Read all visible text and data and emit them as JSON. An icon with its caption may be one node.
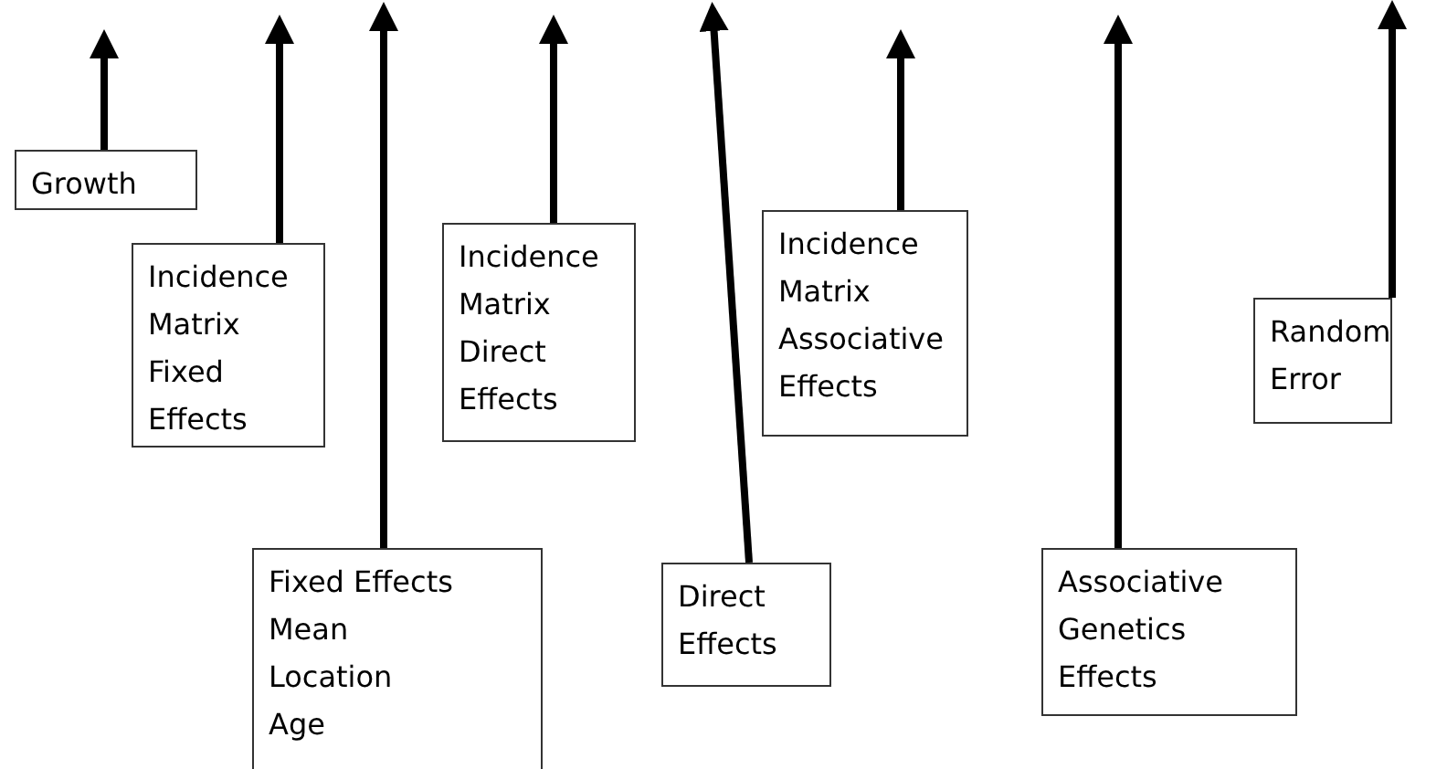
{
  "diagram": {
    "nodes": [
      {
        "text": [
          "Growth"
        ]
      },
      {
        "text": [
          "Incidence Matrix Fixed Effects"
        ]
      },
      {
        "text": [
          "Incidence Matrix Direct Effects"
        ]
      },
      {
        "text": [
          "Incidence Matrix Associative Effects"
        ]
      },
      {
        "text": [
          "Random Error"
        ]
      },
      {
        "text": [
          "Fixed Effects",
          "Mean",
          "Location",
          "Age"
        ]
      },
      {
        "text": [
          "Direct Effects"
        ]
      },
      {
        "text": [
          "Associative Genetics Effects"
        ]
      }
    ],
    "edges": [
      {
        "from": 0,
        "to": null,
        "arrow": "to"
      },
      {
        "from": 1,
        "to": null,
        "arrow": "to"
      },
      {
        "from": 5,
        "to": null,
        "arrow": "to"
      },
      {
        "from": 2,
        "to": null,
        "arrow": "to"
      },
      {
        "from": 6,
        "to": null,
        "arrow": "to"
      },
      {
        "from": 3,
        "to": null,
        "arrow": "to"
      },
      {
        "from": 7,
        "to": null,
        "arrow": "to"
      },
      {
        "from": 4,
        "to": null,
        "arrow": "to"
      }
    ]
  }
}
